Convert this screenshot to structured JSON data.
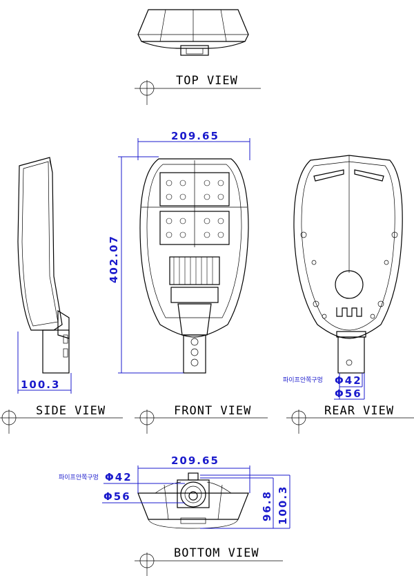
{
  "views": {
    "top": "TOP VIEW",
    "side": "SIDE VIEW",
    "front": "FRONT VIEW",
    "rear": "REAR VIEW",
    "bottom": "BOTTOM VIEW"
  },
  "dimensions": {
    "front_width": "209.65",
    "front_height": "402.07",
    "side_depth": "100.3",
    "rear_pipe_inner_label": "파이프안쪽구멍",
    "rear_pipe_inner": "Φ42",
    "rear_pipe_outer": "Φ56",
    "bottom_width": "209.65",
    "bottom_pipe_inner_label": "파이프안쪽구멍",
    "bottom_pipe_inner": "Φ42",
    "bottom_pipe_outer": "Φ56",
    "bottom_height_inner": "96.8",
    "bottom_height_outer": "100.3"
  },
  "colors": {
    "dimension": "#1a1acc",
    "outline": "#000000"
  }
}
